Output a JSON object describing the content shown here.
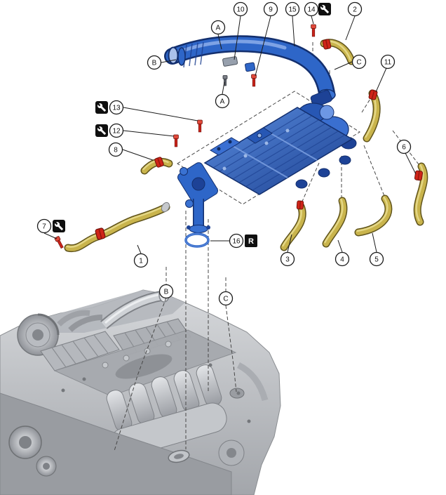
{
  "diagram": {
    "callouts": {
      "n1": {
        "label": "1"
      },
      "n2": {
        "label": "2"
      },
      "n3": {
        "label": "3"
      },
      "n4": {
        "label": "4"
      },
      "n5": {
        "label": "5"
      },
      "n6": {
        "label": "6"
      },
      "n7": {
        "label": "7"
      },
      "n8": {
        "label": "8"
      },
      "n9": {
        "label": "9"
      },
      "n10": {
        "label": "10"
      },
      "n11": {
        "label": "11"
      },
      "n12": {
        "label": "12"
      },
      "n13": {
        "label": "13"
      },
      "n14": {
        "label": "14"
      },
      "n15": {
        "label": "15"
      },
      "n16": {
        "label": "16"
      },
      "a1": {
        "label": "A"
      },
      "a2": {
        "label": "A"
      },
      "b1": {
        "label": "B"
      },
      "b2": {
        "label": "B"
      },
      "c1": {
        "label": "C"
      },
      "c2": {
        "label": "C"
      }
    },
    "badges": {
      "r_label": "R",
      "wrench_icon": "wrench-icon"
    },
    "colors": {
      "part_blue": "#2e66c8",
      "part_blue_dark": "#132f6e",
      "hose_yellow": "#c9b44c",
      "clamp_red": "#cf2418",
      "engine_gray": "#b5b8bd",
      "callout_line": "#1a1a1a"
    }
  }
}
